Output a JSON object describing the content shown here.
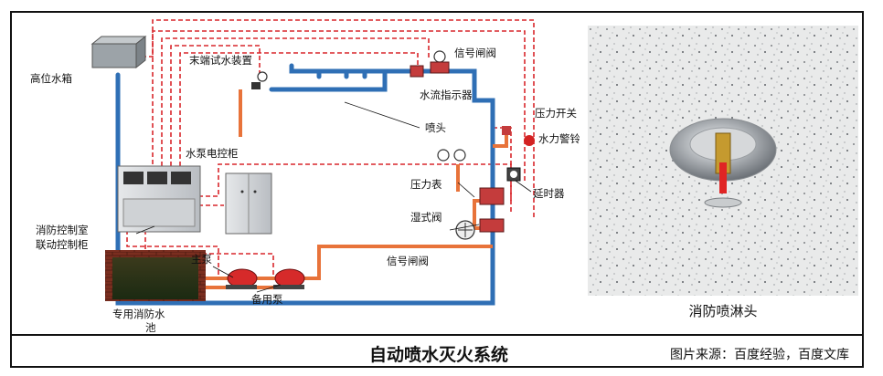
{
  "diagram": {
    "labels": {
      "high_tank": "高位水箱",
      "end_test": "末端试水装置",
      "signal_valve_top": "信号闸阀",
      "flow_indicator": "水流指示器",
      "sprinkler_head": "喷头",
      "pressure_switch": "压力开关",
      "water_alarm_bell": "水力警铃",
      "pump_control": "水泵电控柜",
      "pressure_gauge": "压力表",
      "delay_device": "延时器",
      "wet_valve": "湿式阀",
      "control_room_l1": "消防控制室",
      "control_room_l2": "联动控制柜",
      "signal_valve_bottom": "信号闸阀",
      "main_pump": "主泵",
      "backup_pump": "备用泵",
      "pool_l1": "专用消防水",
      "pool_l2": "池"
    },
    "colors": {
      "water_pipe": "#2f6fb5",
      "feed_pipe": "#e8733a",
      "signal_line": "#d9262b",
      "cabinet": "#d4d6d9",
      "pool": "#6e2a1c"
    }
  },
  "photo": {
    "caption": "消防喷淋头",
    "subject": "sprinkler-head-photo"
  },
  "footer": {
    "title": "自动喷水灭火系统",
    "source": "图片来源：百度经验，百度文库"
  }
}
